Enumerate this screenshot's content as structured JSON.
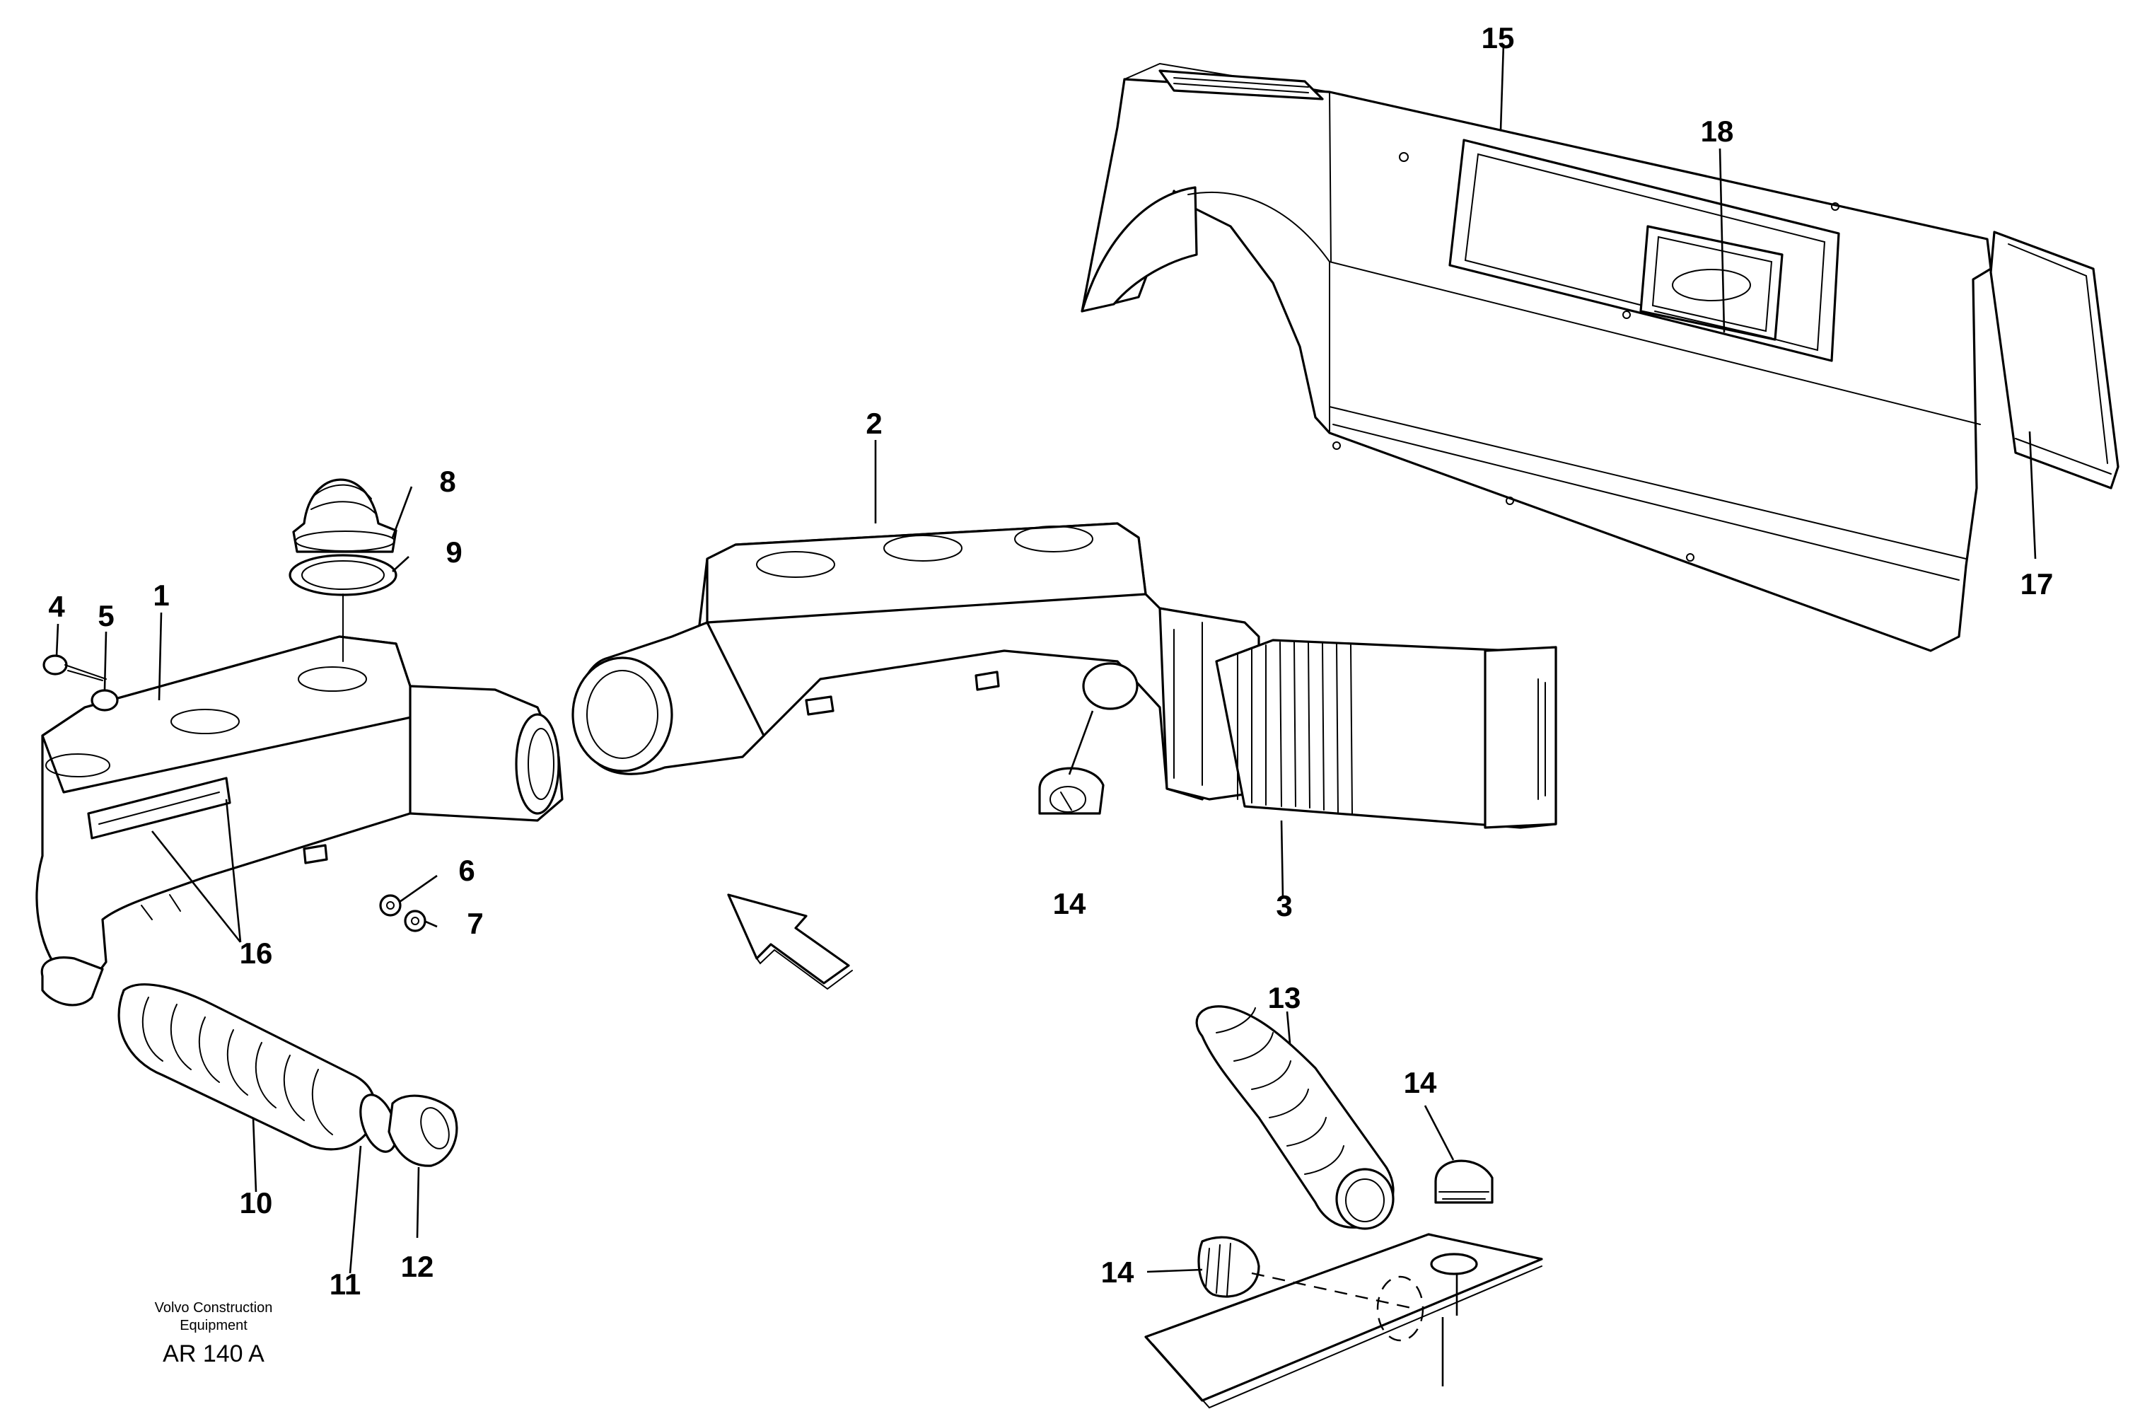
{
  "callouts": {
    "c1": "1",
    "c2": "2",
    "c3": "3",
    "c4": "4",
    "c5": "5",
    "c6": "6",
    "c7": "7",
    "c8": "8",
    "c9": "9",
    "c10": "10",
    "c11": "11",
    "c12": "12",
    "c13": "13",
    "c14a": "14",
    "c14b": "14",
    "c14c": "14",
    "c15": "15",
    "c16": "16",
    "c17": "17",
    "c18": "18"
  },
  "footer": {
    "company_line1": "Volvo Construction",
    "company_line2": "Equipment",
    "code": "AR 140 A"
  },
  "colors": {
    "ink": "#000000",
    "paper": "#ffffff"
  }
}
